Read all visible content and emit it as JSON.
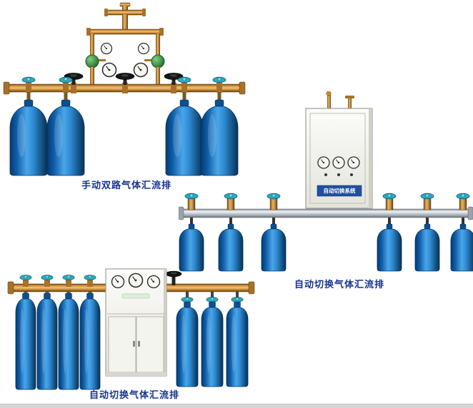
{
  "figure": {
    "background": "#ffffff",
    "footer_strip_color": "#d6d6d6"
  },
  "colors": {
    "caption_text": "#17348f",
    "cylinder_blue_dark": "#073a6e",
    "cylinder_blue_light": "#4aa6e8",
    "brass_pipe": "#d99a45",
    "silver_pipe": "#c3cad1",
    "cabinet_body": "#f2f2ec",
    "valve_wheel_teal": "#2aa8c0",
    "valve_wheel_black": "#151515",
    "regulator_green": "#2e7d32",
    "label_plate_blue": "#1e4fa0"
  },
  "sections": {
    "manual_dual": {
      "caption": "手动双路气体汇流排"
    },
    "auto_right": {
      "caption": "自动切换气体汇流排",
      "cabinet_label": "自动切换系统"
    },
    "auto_bottom": {
      "caption": "自动切换气体汇流排"
    }
  }
}
